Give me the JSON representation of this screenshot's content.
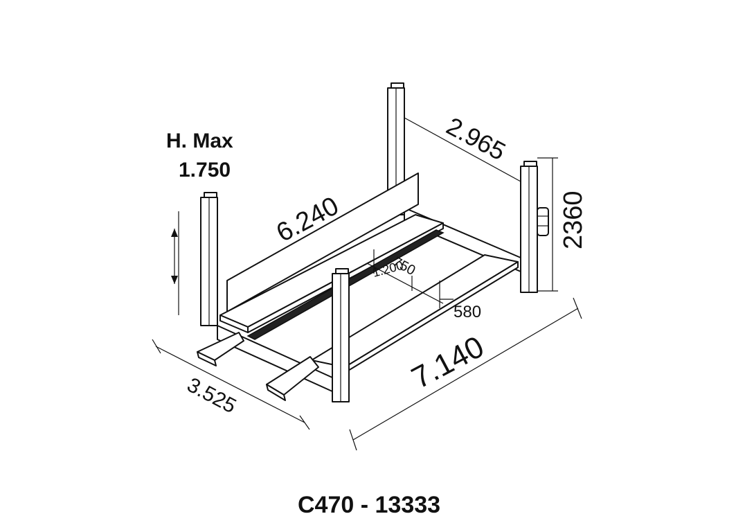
{
  "labels": {
    "hmax_title": "H. Max",
    "hmax_value": "1.750",
    "length_runway": "6.240",
    "width_top": "2.965",
    "height_total": "2360",
    "width_runway": "750",
    "width_inner": "1.200",
    "gap_runway": "580",
    "length_total": "7.140",
    "width_total": "3.525",
    "caption": "C470 - 13333"
  },
  "colors": {
    "line": "#111111",
    "background": "#ffffff"
  }
}
